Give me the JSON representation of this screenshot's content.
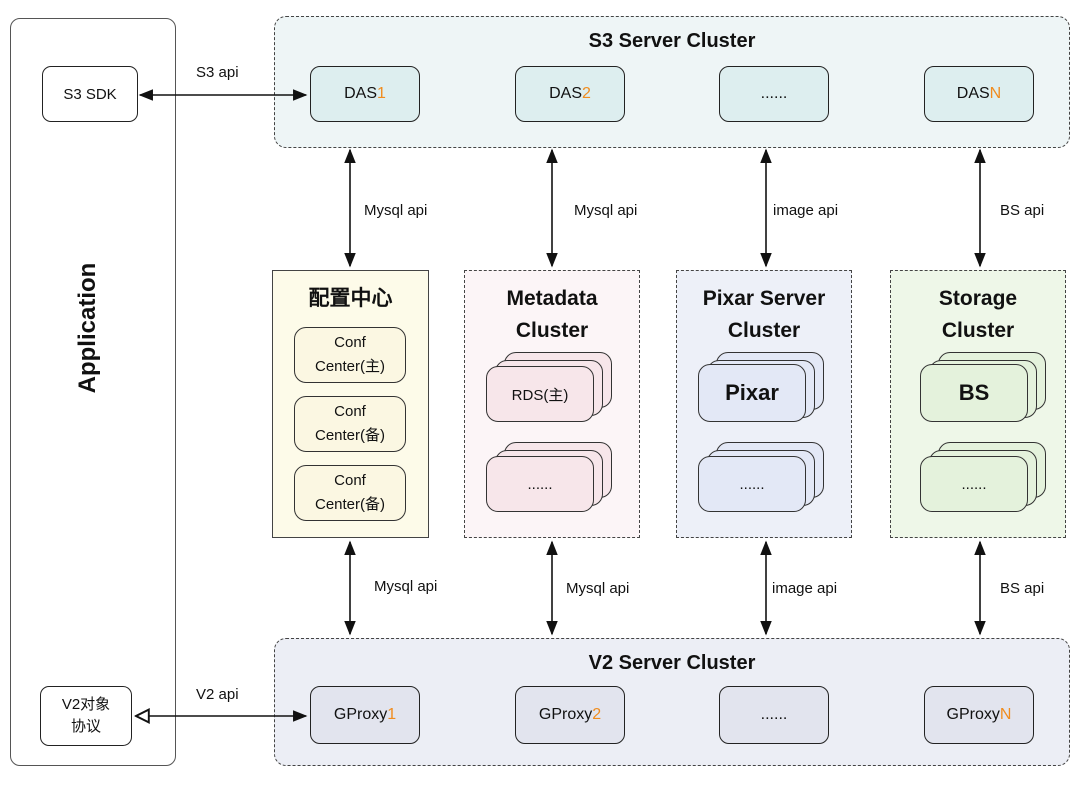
{
  "application": {
    "title": "Application",
    "s3_sdk": "S3 SDK",
    "v2_protocol_line1": "V2对象",
    "v2_protocol_line2": "协议"
  },
  "s3_cluster": {
    "title": "S3 Server Cluster",
    "nodes": [
      {
        "prefix": "DAS",
        "suffix": "1"
      },
      {
        "prefix": "DAS",
        "suffix": "2"
      },
      {
        "prefix": "......",
        "suffix": ""
      },
      {
        "prefix": "DAS",
        "suffix": "N"
      }
    ]
  },
  "v2_cluster": {
    "title": "V2 Server Cluster",
    "nodes": [
      {
        "prefix": "GProxy",
        "suffix": "1"
      },
      {
        "prefix": "GProxy",
        "suffix": "2"
      },
      {
        "prefix": "......",
        "suffix": ""
      },
      {
        "prefix": "GProxy",
        "suffix": "N"
      }
    ]
  },
  "config_center": {
    "title": "配置中心",
    "items": [
      {
        "line1": "Conf",
        "line2": "Center(主)"
      },
      {
        "line1": "Conf",
        "line2": "Center(备)"
      },
      {
        "line1": "Conf",
        "line2": "Center(备)"
      }
    ]
  },
  "metadata_cluster": {
    "title_line1": "Metadata",
    "title_line2": "Cluster",
    "item1": "RDS(主)",
    "item2": "......"
  },
  "pixar_cluster": {
    "title_line1": "Pixar Server",
    "title_line2": "Cluster",
    "item1": "Pixar",
    "item2": "......"
  },
  "storage_cluster": {
    "title_line1": "Storage",
    "title_line2": "Cluster",
    "item1": "BS",
    "item2": "......"
  },
  "connections": {
    "s3_api": "S3 api",
    "v2_api": "V2 api",
    "top": [
      "Mysql api",
      "Mysql api",
      "image api",
      "BS api"
    ],
    "bottom": [
      "Mysql api",
      "Mysql api",
      "image api",
      "BS api"
    ]
  },
  "colors": {
    "accent": "#f08c1e",
    "s3_cluster_bg": "#eef5f6",
    "v2_cluster_bg": "#eceef5",
    "config_bg": "#fdfbe9",
    "metadata_bg": "#fcf5f7",
    "pixar_bg": "#edf0f8",
    "storage_bg": "#eef7e8"
  }
}
